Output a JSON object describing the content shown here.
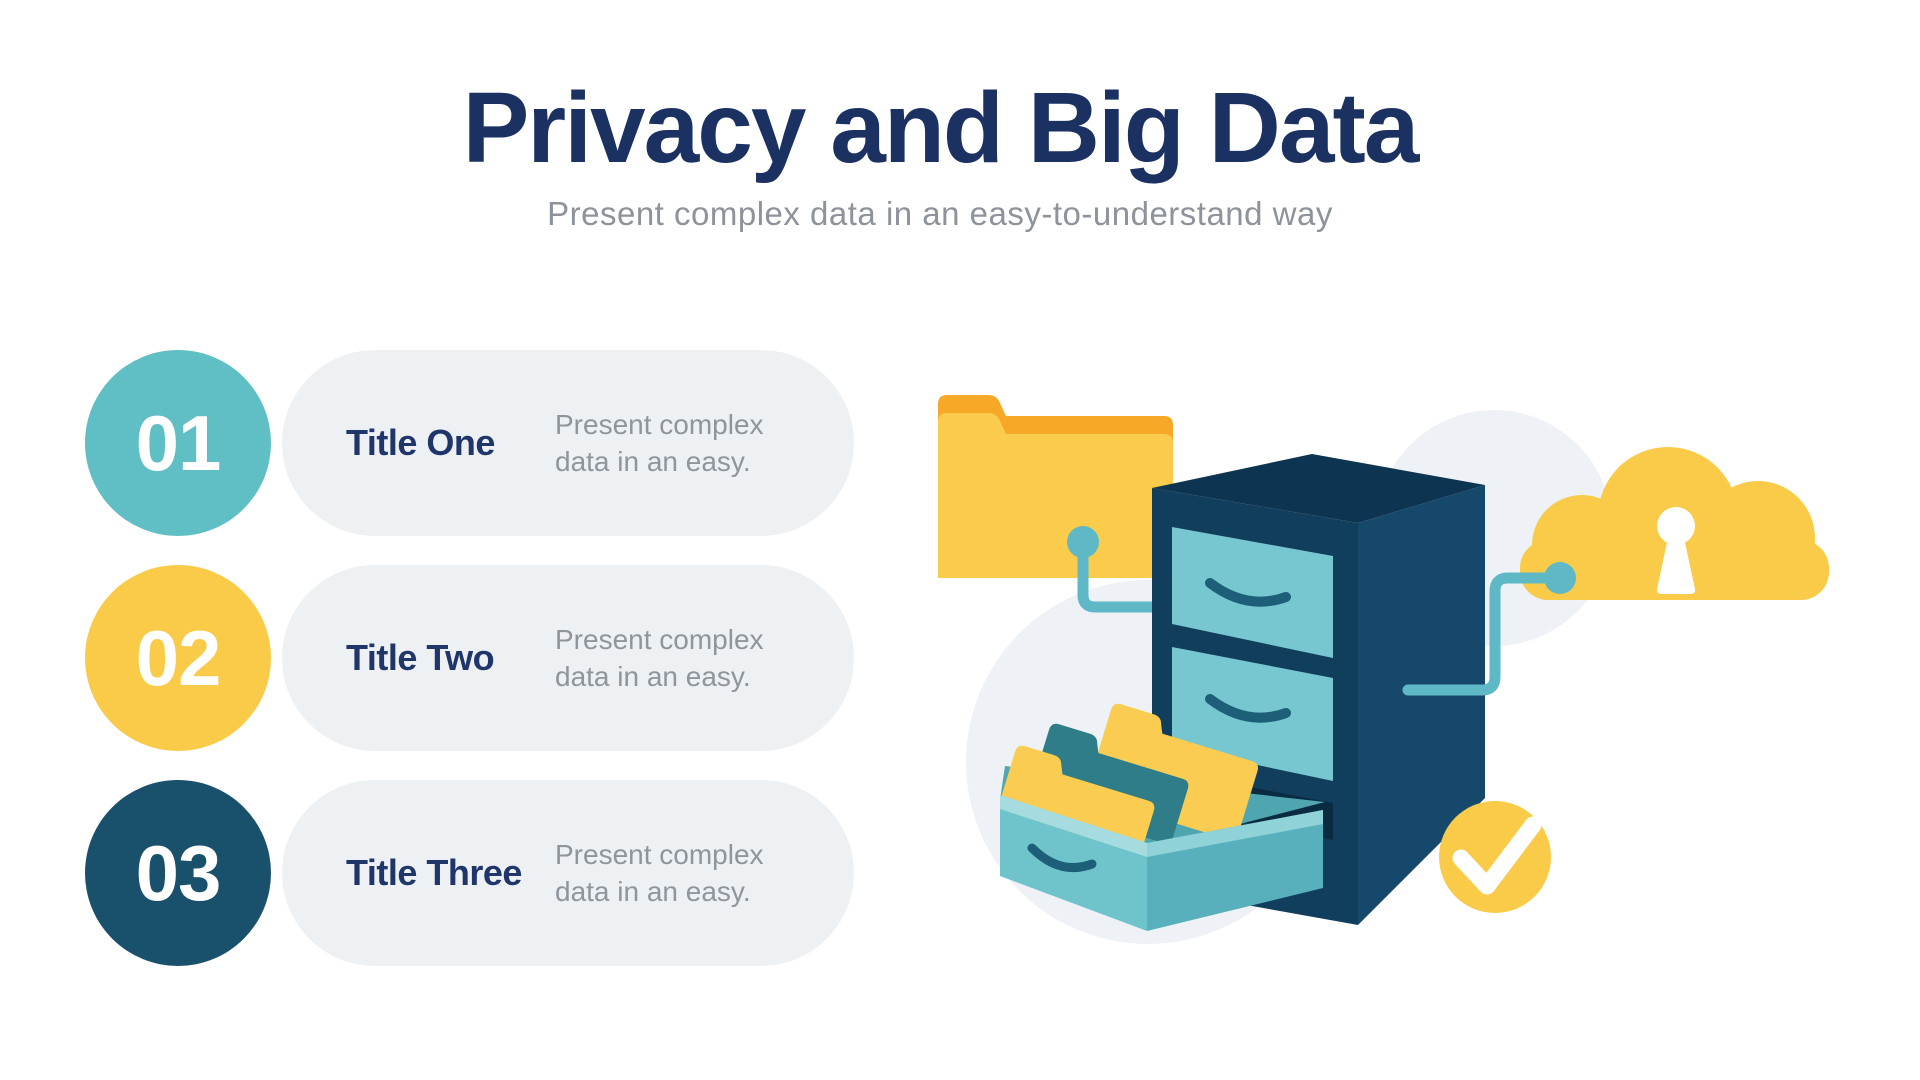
{
  "header": {
    "title": "Privacy and Big Data",
    "subtitle": "Present complex data in an easy-to-understand way"
  },
  "items": [
    {
      "number": "01",
      "title": "Title One",
      "description": "Present complex data in an easy.",
      "circle_color": "#5fbfc4"
    },
    {
      "number": "02",
      "title": "Title Two",
      "description": "Present complex data in an easy.",
      "circle_color": "#f9cb48"
    },
    {
      "number": "03",
      "title": "Title Three",
      "description": "Present complex data in an easy.",
      "circle_color": "#19506b"
    }
  ],
  "illustration": {
    "parts": [
      "folder-icon",
      "filing-cabinet-icon",
      "open-drawer-icon",
      "hanging-folders-icon",
      "cloud-keyhole-icon",
      "checkmark-icon",
      "connector-lines"
    ],
    "palette": {
      "yellow": "#f9cb48",
      "folder_yellow": "#fbcb4c",
      "folder_orange": "#f6a826",
      "cabinet_front": "#123e5e",
      "cabinet_side": "#16486b",
      "cabinet_top": "#0d3450",
      "drawer_teal": "#77c7d0",
      "open_drawer_teal": "#6fc4cc",
      "dark_teal_folder": "#2e7d89",
      "connector_teal": "#5fb8c6",
      "handle_navy": "#1d5e78",
      "blob_gray": "#eef2f6",
      "check_white": "#ffffff"
    }
  },
  "colors": {
    "title_navy": "#1b3162",
    "subtitle_gray": "#8d939b",
    "pill_bg": "#edf1f4",
    "desc_gray": "#8f959d"
  }
}
